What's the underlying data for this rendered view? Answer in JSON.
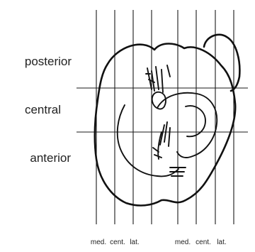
{
  "row_labels": {
    "posterior": "posterior",
    "central": "central",
    "anterior": "anterior"
  },
  "column_labels": {
    "left_group": [
      "med.",
      "cent.",
      "lat."
    ],
    "right_group": [
      "med.",
      "cent.",
      "lat."
    ]
  }
}
